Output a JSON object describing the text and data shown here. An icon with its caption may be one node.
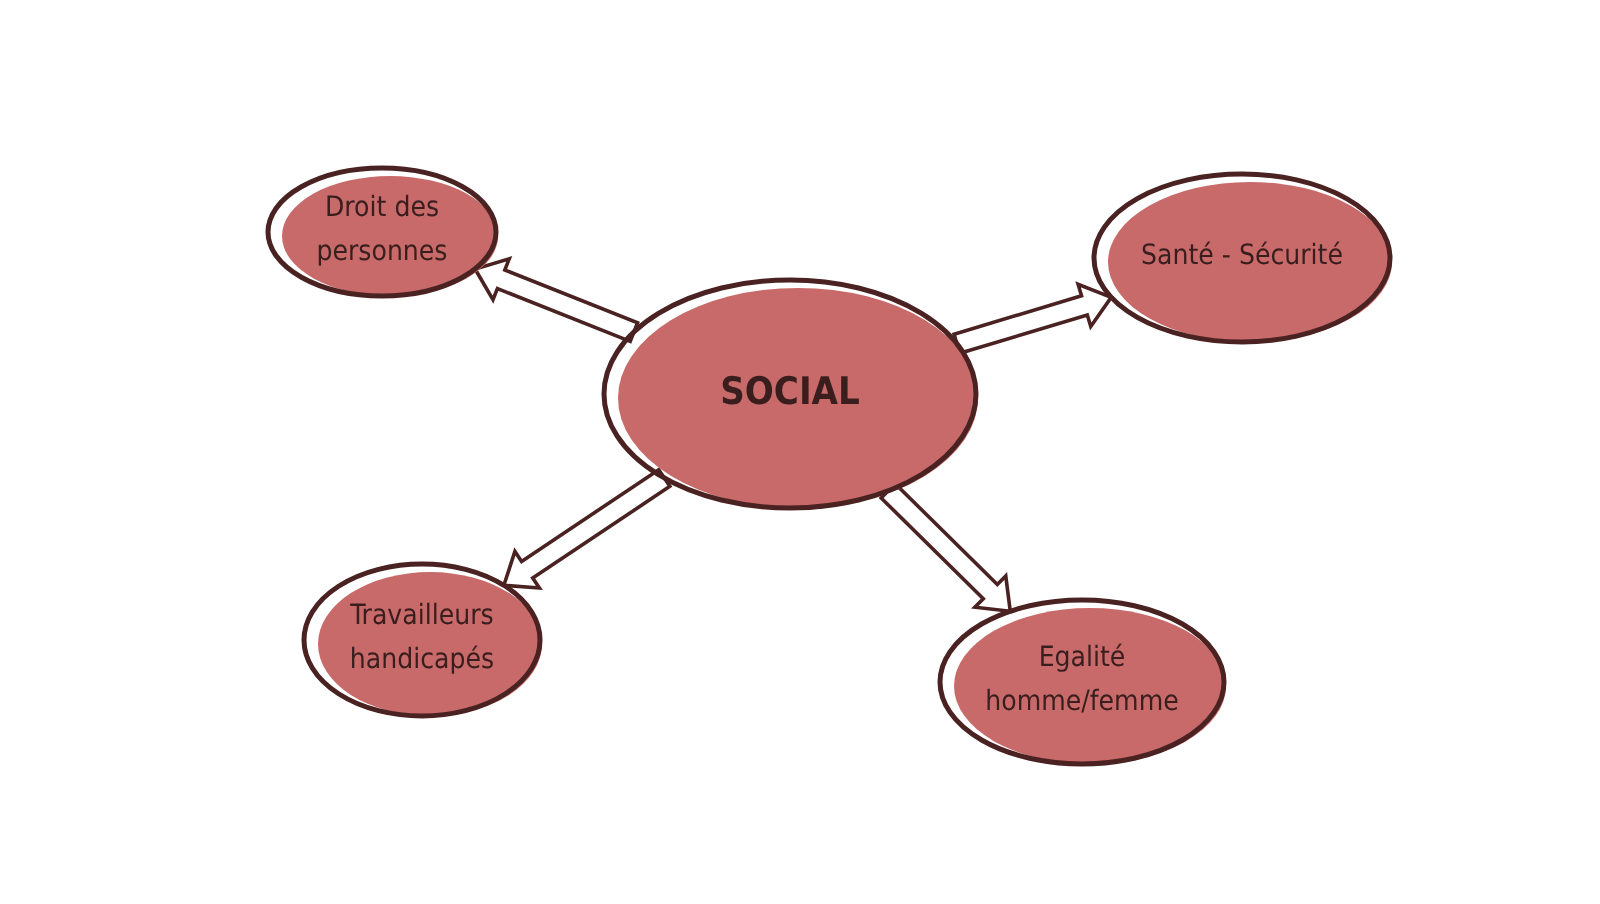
{
  "diagram": {
    "nodes": [
      {
        "text": [
          "SOCIAL"
        ]
      },
      {
        "text": [
          "Droit des personnes"
        ]
      },
      {
        "text": [
          "Santé - Sécurité"
        ]
      },
      {
        "text": [
          "Travailleurs handicapés"
        ]
      },
      {
        "text": [
          "Egalité homme/femme"
        ]
      }
    ],
    "edges": [
      {
        "from": 0,
        "to": 1,
        "arrow": "to"
      },
      {
        "from": 0,
        "to": 2,
        "arrow": "to"
      },
      {
        "from": 0,
        "to": 3,
        "arrow": "to"
      },
      {
        "from": 0,
        "to": 4,
        "arrow": "to"
      }
    ]
  }
}
